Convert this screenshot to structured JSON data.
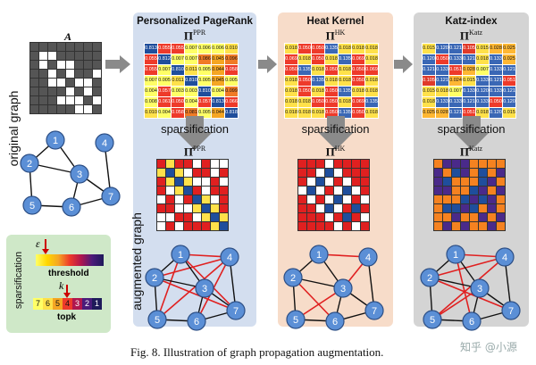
{
  "title_A": "A",
  "label_original_graph": "original graph",
  "label_augmented_graph": "augmented graph",
  "label_sparsification_side": "sparsification",
  "threshold_symbol": "ε",
  "threshold_label": "threshold",
  "topk_symbol": "k",
  "topk_label": "topk",
  "topk_numbers": [
    "7",
    "6",
    "5",
    "4",
    "3",
    "2",
    "1"
  ],
  "panels": [
    {
      "title": "Personalized PageRank",
      "pi": "Π",
      "sup": "PPR",
      "pi_hat": "Π̂",
      "sparsification": "sparsification",
      "color": "#d3deef"
    },
    {
      "title": "Heat Kernel",
      "pi": "Π",
      "sup": "HK",
      "pi_hat": "Π̂",
      "sparsification": "sparsification",
      "color": "#f7dcc9"
    },
    {
      "title": "Katz-index",
      "pi": "Π",
      "sup": "Katz",
      "pi_hat": "Π̂",
      "sparsification": "sparsification",
      "color": "#d4d4d4"
    }
  ],
  "matrix_ppr": [
    [
      "0.813",
      "0.055",
      "0.055",
      "0.007",
      "0.006",
      "0.006",
      "0.010"
    ],
    [
      "0.055",
      "0.812",
      "0.007",
      "0.007",
      "0.086",
      "0.045",
      "0.096"
    ],
    [
      "0.055",
      "0.007",
      "0.810",
      "0.011",
      "0.005",
      "0.044",
      "0.058"
    ],
    [
      "0.007",
      "0.005",
      "0.011",
      "0.810",
      "0.005",
      "0.045",
      "0.005"
    ],
    [
      "0.004",
      "0.057",
      "0.003",
      "0.003",
      "0.810",
      "0.004",
      "0.099"
    ],
    [
      "0.008",
      "0.061",
      "0.050",
      "0.004",
      "0.057",
      "0.813",
      "0.066"
    ],
    [
      "0.010",
      "0.004",
      "0.058",
      "0.081",
      "0.005",
      "0.044",
      "0.818"
    ]
  ],
  "matrix_hk": [
    [
      "0.018",
      "0.050",
      "0.050",
      "0.135",
      "0.018",
      "0.018",
      "0.018"
    ],
    [
      "0.069",
      "0.018",
      "0.050",
      "0.018",
      "0.135",
      "0.069",
      "0.018"
    ],
    [
      "0.050",
      "0.135",
      "0.018",
      "0.050",
      "0.018",
      "0.050",
      "0.069"
    ],
    [
      "0.018",
      "0.050",
      "0.135",
      "0.018",
      "0.018",
      "0.050",
      "0.018"
    ],
    [
      "0.018",
      "0.050",
      "0.018",
      "0.050",
      "0.135",
      "0.018",
      "0.018"
    ],
    [
      "0.018",
      "0.018",
      "0.050",
      "0.050",
      "0.018",
      "0.069",
      "0.135"
    ],
    [
      "0.018",
      "0.018",
      "0.018",
      "0.050",
      "0.135",
      "0.050",
      "0.018"
    ]
  ],
  "matrix_katz": [
    [
      "0.015",
      "0.120",
      "0.121",
      "0.105",
      "0.015",
      "0.028",
      "0.025"
    ],
    [
      "0.120",
      "0.050",
      "0.133",
      "0.121",
      "0.018",
      "0.133",
      "0.025"
    ],
    [
      "0.121",
      "0.133",
      "0.051",
      "0.028",
      "0.007",
      "0.133",
      "0.121"
    ],
    [
      "0.105",
      "0.121",
      "0.024",
      "0.015",
      "0.133",
      "0.121",
      "0.051"
    ],
    [
      "0.015",
      "0.018",
      "0.007",
      "0.133",
      "0.120",
      "0.133",
      "0.121"
    ],
    [
      "0.018",
      "0.133",
      "0.133",
      "0.121",
      "0.133",
      "0.050",
      "0.120"
    ],
    [
      "0.025",
      "0.028",
      "0.121",
      "0.051",
      "0.018",
      "0.120",
      "0.015"
    ]
  ],
  "node_labels": [
    "1",
    "2",
    "3",
    "4",
    "5",
    "6",
    "7"
  ],
  "caption": "Fig. 8.  Illustration of graph propagation augmentation.",
  "watermark": "知乎 @小源"
}
